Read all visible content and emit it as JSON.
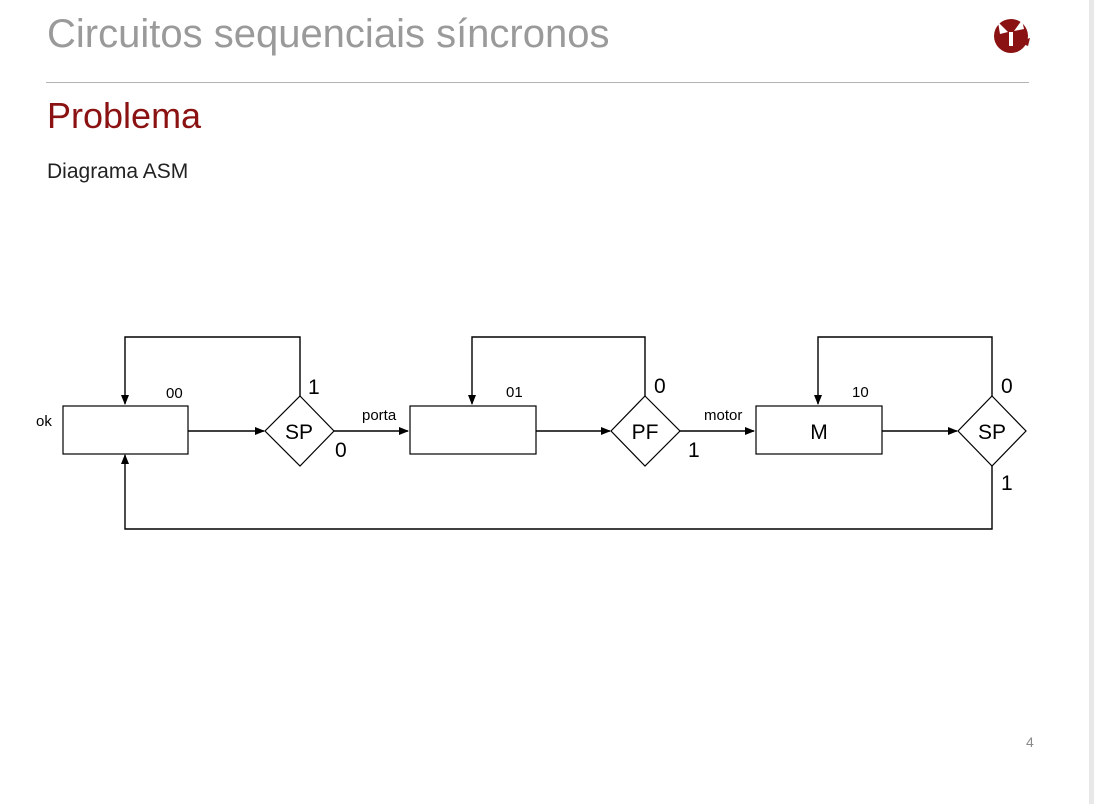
{
  "slide": {
    "title": "Circuitos sequenciais síncronos",
    "section": "Problema",
    "subtitle": "Diagrama ASM",
    "page_number": "4"
  },
  "colors": {
    "title": "#9a9a9a",
    "section": "#8b1212",
    "logo": "#8b1212",
    "rule": "#b3b3b3"
  },
  "logo": {
    "icon": "institution-logo-icon"
  },
  "diagram": {
    "input_label": "ok",
    "states": [
      {
        "code": "00",
        "output": ""
      },
      {
        "code": "01",
        "output": ""
      },
      {
        "code": "10",
        "output": "M"
      }
    ],
    "decisions": [
      {
        "condition": "SP",
        "loop_value": "1",
        "exit_value": "0",
        "exit_output": "porta"
      },
      {
        "condition": "PF",
        "loop_value": "0",
        "exit_value": "1",
        "exit_output": "motor"
      },
      {
        "condition": "SP",
        "loop_value": "0",
        "exit_value": "1"
      }
    ]
  }
}
